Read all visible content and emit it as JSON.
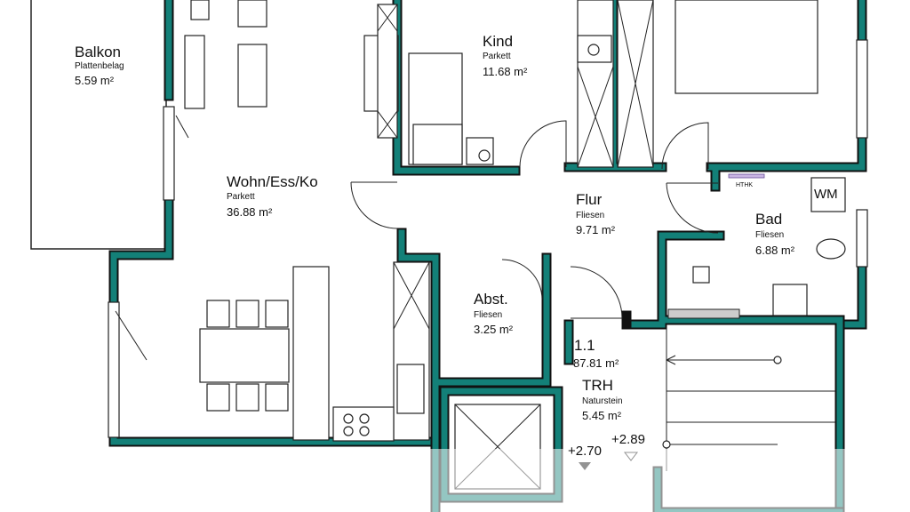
{
  "plan": {
    "unit_id": "1.1",
    "unit_area": "87.81 m²",
    "wall_color": "#138078",
    "rooms": [
      {
        "name": "Balkon",
        "material": "Plattenbelag",
        "area": "5.59 m²"
      },
      {
        "name": "Wohn/Ess/Ko",
        "material": "Parkett",
        "area": "36.88 m²"
      },
      {
        "name": "Kind",
        "material": "Parkett",
        "area": "11.68 m²"
      },
      {
        "name": "Flur",
        "material": "Fliesen",
        "area": "9.71 m²"
      },
      {
        "name": "Bad",
        "material": "Fliesen",
        "area": "6.88 m²"
      },
      {
        "name": "Abst.",
        "material": "Fliesen",
        "area": "3.25 m²"
      },
      {
        "name": "TRH",
        "material": "Naturstein",
        "area": "5.45 m²"
      }
    ],
    "labels": {
      "heater": "HTHK",
      "washer": "WM"
    },
    "levels": {
      "floor": "+2.70",
      "landing": "+2.89"
    }
  }
}
